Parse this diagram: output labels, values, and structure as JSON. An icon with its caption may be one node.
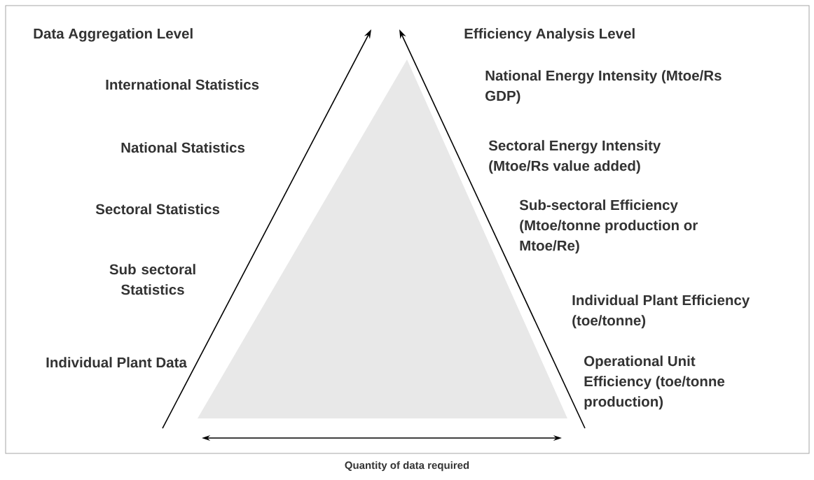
{
  "diagram": {
    "caption": "Quantity of data required",
    "labels": [
      "Data Aggregation Level",
      "Efficiency Analysis Level",
      "International Statistics",
      "National Energy Intensity (Mtoe/Rs GDP)",
      "National Statistics",
      "Sectoral Energy Intensity (Mtoe/Rs value added)",
      "Sectoral Statistics",
      "Sub-sectoral Efficiency (Mtoe/tonne production or Mtoe/Re)",
      "Sub sectoral Statistics",
      "Individual Plant Efficiency (toe/tonne)",
      "Individual Plant Data",
      "Operational Unit Efficiency (toe/tonne production)"
    ]
  }
}
